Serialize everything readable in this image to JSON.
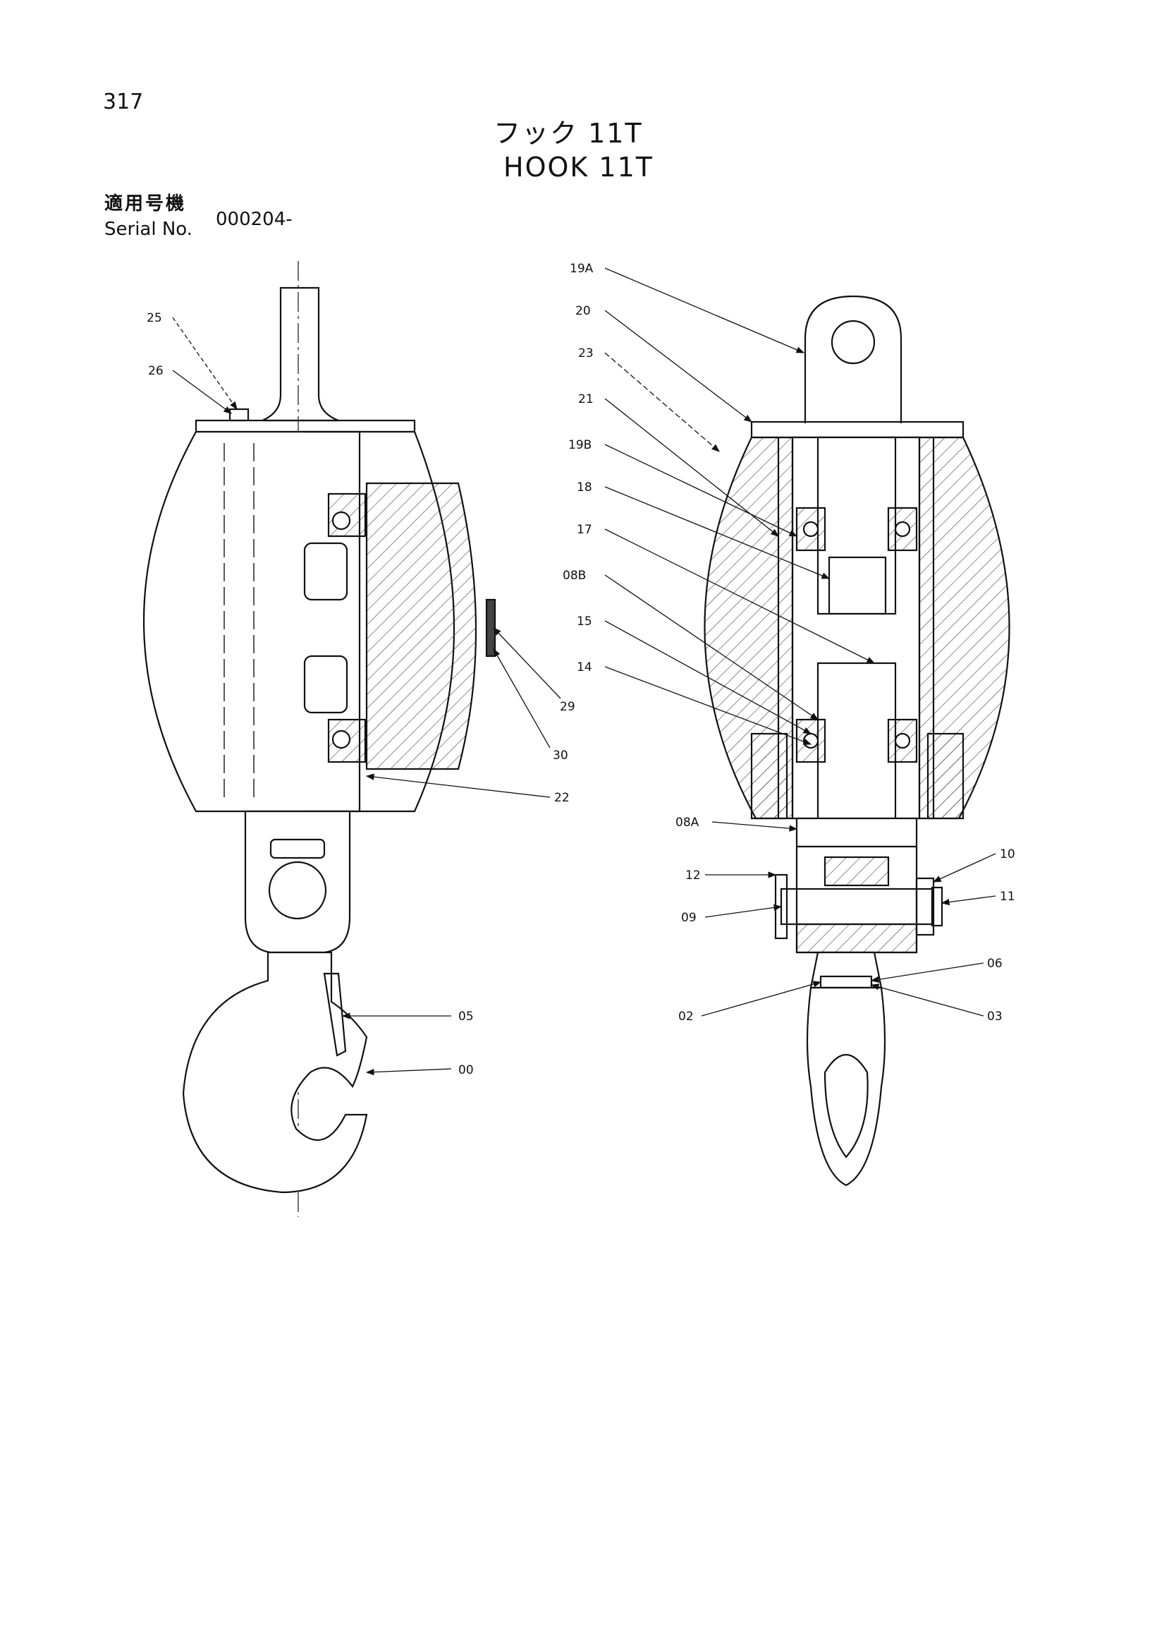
{
  "page_number": "317",
  "title_jp": "フック 11T",
  "title_en": "HOOK 11T",
  "serial": {
    "label_jp": "適用号機",
    "label_en": "Serial No.",
    "value": "000204-"
  },
  "callouts": {
    "c25": "25",
    "c26": "26",
    "c29": "29",
    "c30": "30",
    "c22": "22",
    "c05": "05",
    "c00": "00",
    "c19A": "19A",
    "c20": "20",
    "c23": "23",
    "c21": "21",
    "c19B": "19B",
    "c18": "18",
    "c17": "17",
    "c08B": "08B",
    "c15": "15",
    "c14": "14",
    "c08A": "08A",
    "c12": "12",
    "c09": "09",
    "c10": "10",
    "c11": "11",
    "c06": "06",
    "c02": "02",
    "c03": "03"
  }
}
